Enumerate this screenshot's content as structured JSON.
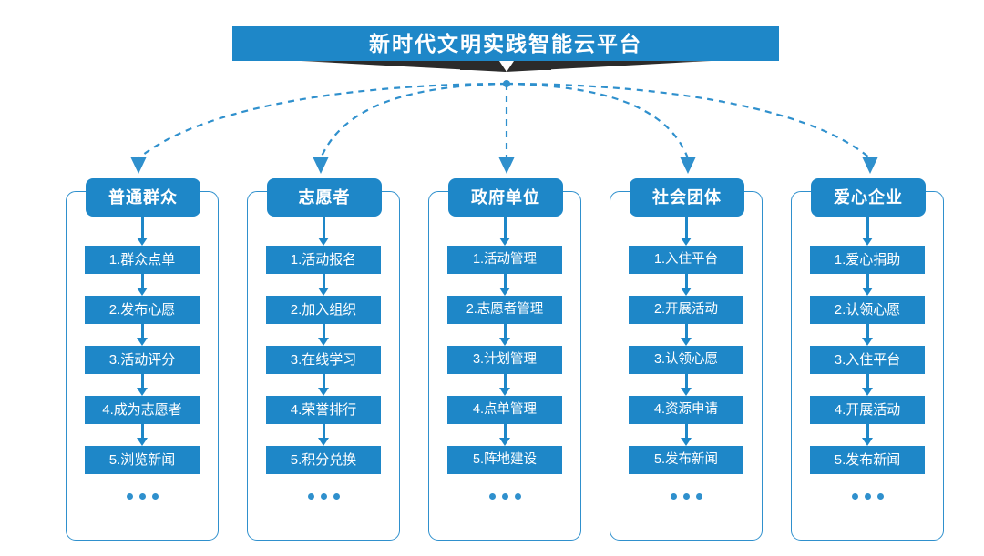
{
  "banner": {
    "title": "新时代文明实践智能云平台",
    "chevron_icon": "chevron-down-icon",
    "bar_color": "#1e87c8",
    "shadow_color": "#2b2b2b"
  },
  "connector": {
    "style": "dashed-curved-arrow",
    "color": "#2f90cd",
    "origin_label": "platform-hub"
  },
  "theme": {
    "accent": "#1e87c8",
    "outline": "#2f90cd",
    "background": "#ffffff",
    "text_on_accent": "#ffffff"
  },
  "columns": [
    {
      "header": "普通群众",
      "more_label": "•••",
      "items": [
        "1.群众点单",
        "2.发布心愿",
        "3.活动评分",
        "4.成为志愿者",
        "5.浏览新闻"
      ]
    },
    {
      "header": "志愿者",
      "more_label": "•••",
      "items": [
        "1.活动报名",
        "2.加入组织",
        "3.在线学习",
        "4.荣誉排行",
        "5.积分兑换"
      ]
    },
    {
      "header": "政府单位",
      "more_label": "•••",
      "items": [
        "1.活动管理",
        "2.志愿者管理",
        "3.计划管理",
        "4.点单管理",
        "5.阵地建设"
      ]
    },
    {
      "header": "社会团体",
      "more_label": "•••",
      "items": [
        "1.入住平台",
        "2.开展活动",
        "3.认领心愿",
        "4.资源申请",
        "5.发布新闻"
      ]
    },
    {
      "header": "爱心企业",
      "more_label": "•••",
      "items": [
        "1.爱心捐助",
        "2.认领心愿",
        "3.入住平台",
        "4.开展活动",
        "5.发布新闻"
      ]
    }
  ]
}
